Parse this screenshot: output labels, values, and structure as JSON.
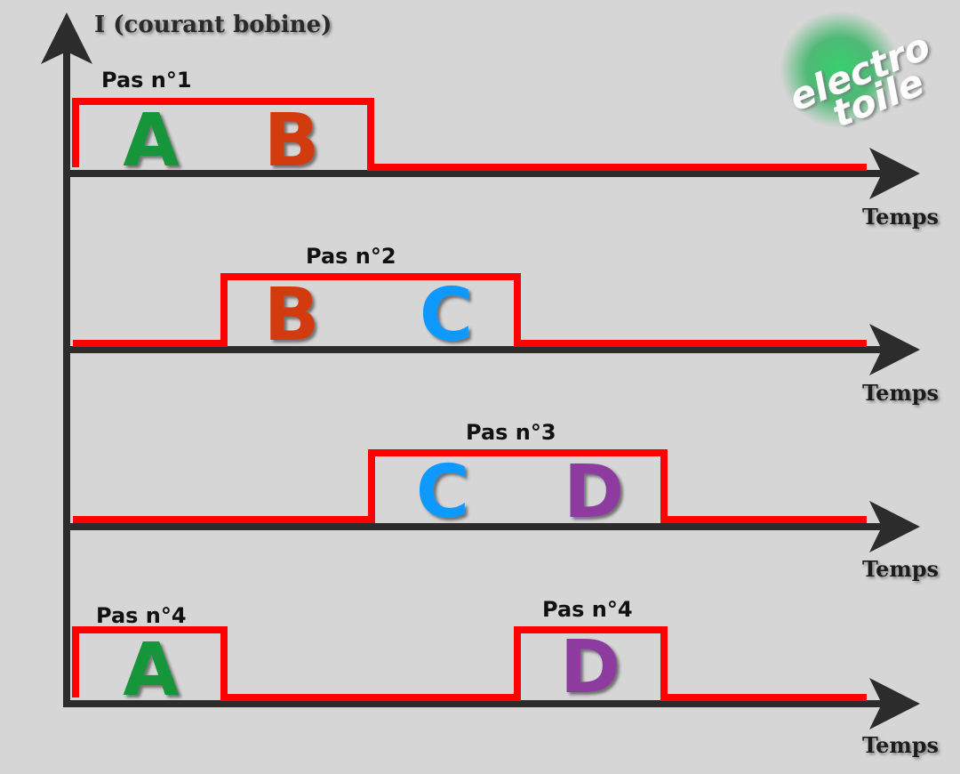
{
  "diagram": {
    "y_axis_label": "I (courant bobine)",
    "time_label": "Temps",
    "logo": [
      "electro",
      "toile"
    ],
    "colors": {
      "background": "#d6d6d6",
      "axis": "#2c2c2c",
      "signal": "#ff0000",
      "A": "#17953a",
      "B": "#d23a10",
      "C": "#1199ff",
      "D": "#8e3aa0",
      "logo_glow": "#2fc060"
    },
    "rows": [
      {
        "pulses": [
          {
            "label": "Pas n°1",
            "coils": [
              "A",
              "B"
            ]
          }
        ]
      },
      {
        "pulses": [
          {
            "label": "Pas n°2",
            "coils": [
              "B",
              "C"
            ]
          }
        ]
      },
      {
        "pulses": [
          {
            "label": "Pas n°3",
            "coils": [
              "C",
              "D"
            ]
          }
        ]
      },
      {
        "pulses": [
          {
            "label": "Pas n°4",
            "coils": [
              "A"
            ]
          },
          {
            "label": "Pas n°4",
            "coils": [
              "D"
            ]
          }
        ]
      }
    ]
  }
}
